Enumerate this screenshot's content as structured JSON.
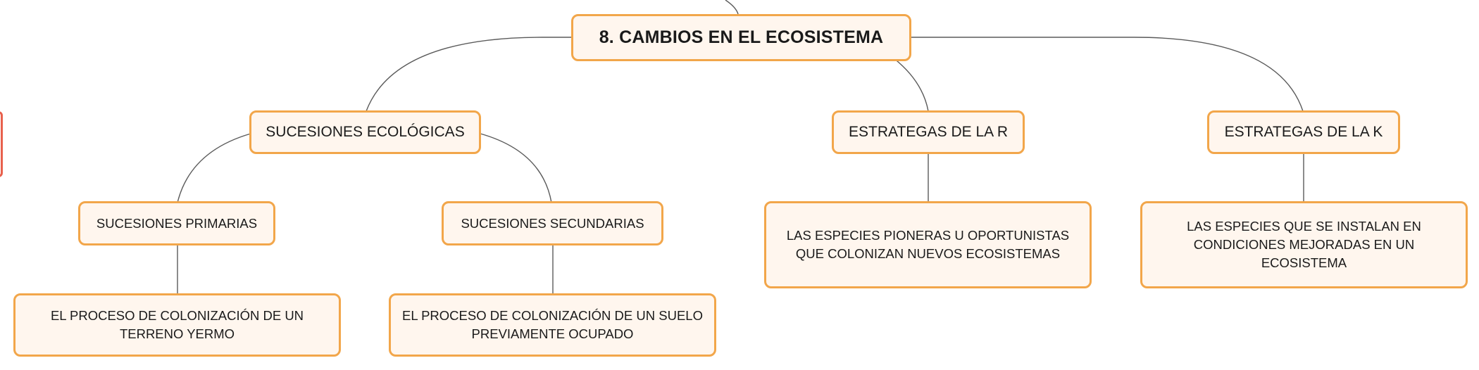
{
  "diagram": {
    "root": {
      "label": "8. CAMBIOS EN EL ECOSISTEMA"
    },
    "sucesiones": {
      "label": "SUCESIONES ECOLÓGICAS",
      "primarias": {
        "label": "SUCESIONES PRIMARIAS",
        "definition": "EL PROCESO DE COLONIZACIÓN DE UN TERRENO YERMO"
      },
      "secundarias": {
        "label": "SUCESIONES SECUNDARIAS",
        "definition": "EL PROCESO DE COLONIZACIÓN DE UN SUELO PREVIAMENTE OCUPADO"
      }
    },
    "estrategas_r": {
      "label": "ESTRATEGAS DE LA R",
      "definition": "LAS ESPECIES PIONERAS U OPORTUNISTAS QUE COLONIZAN NUEVOS ECOSISTEMAS"
    },
    "estrategas_k": {
      "label": "ESTRATEGAS DE LA K",
      "definition": "LAS ESPECIES QUE SE INSTALAN EN CONDICIONES MEJORADAS EN UN ECOSISTEMA"
    },
    "colors": {
      "node_fill": "#fff6ee",
      "node_border": "#f2a64a",
      "connector": "#5a5a5a",
      "offscreen_node_border": "#e8604c"
    }
  }
}
